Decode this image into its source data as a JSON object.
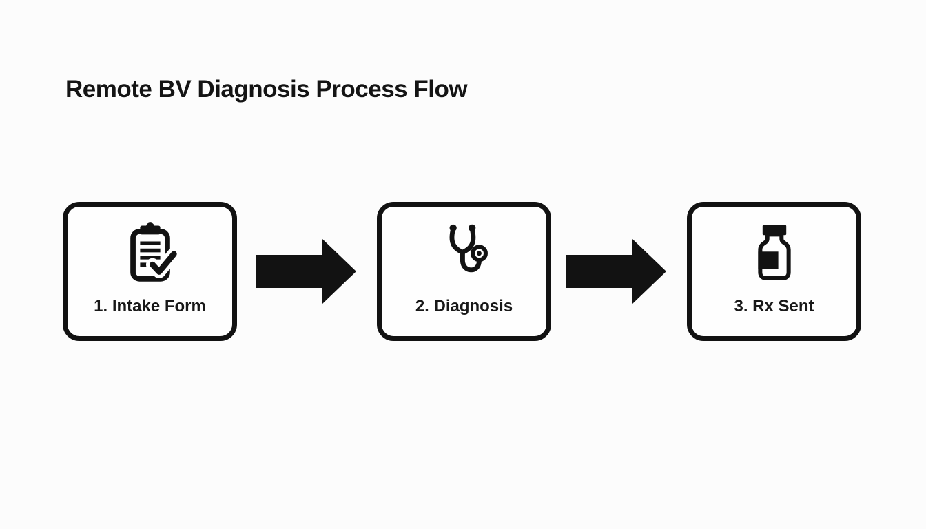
{
  "title": "Remote BV Diagnosis Process Flow",
  "steps": [
    {
      "label": "1. Intake Form",
      "icon": "clipboard-check-icon"
    },
    {
      "label": "2. Diagnosis",
      "icon": "stethoscope-icon"
    },
    {
      "label": "3. Rx Sent",
      "icon": "pill-bottle-icon"
    }
  ],
  "connectors": [
    {
      "name": "arrow-intake-to-diagnosis",
      "direction": "right"
    },
    {
      "name": "arrow-diagnosis-to-rx",
      "direction": "right"
    }
  ],
  "colors": {
    "foreground": "#121212",
    "background": "#fcfcfc",
    "box_fill": "#fefefe"
  }
}
